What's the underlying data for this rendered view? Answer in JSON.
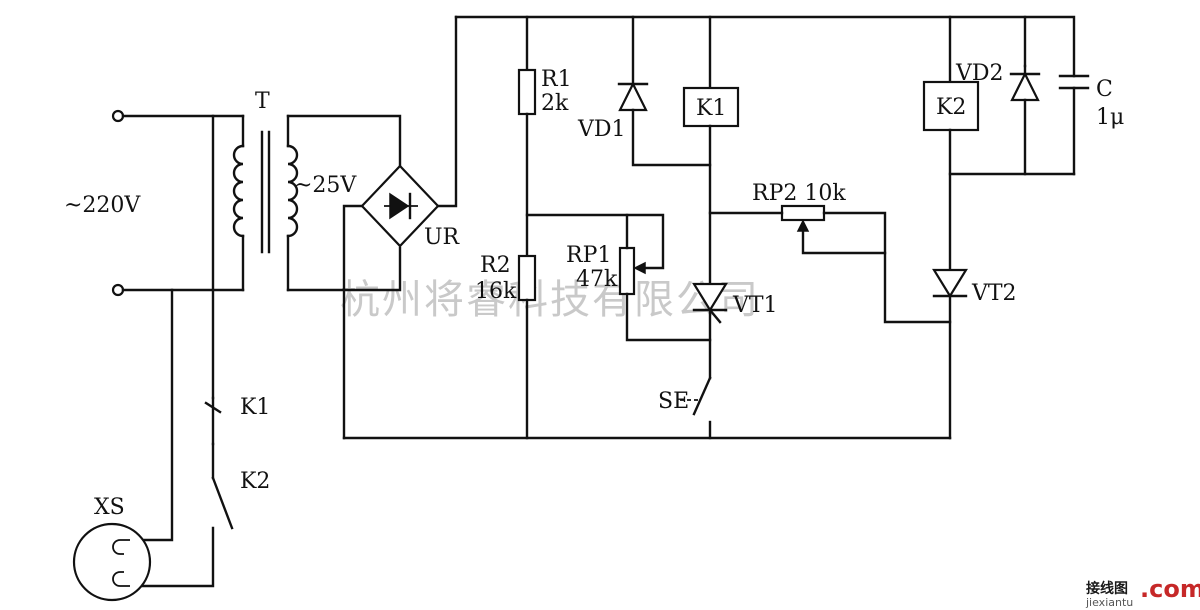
{
  "watermark": "杭州将睿科技有限公司",
  "labels": {
    "mains": "~220V",
    "transformer": "T",
    "secondary": "~25V",
    "bridge": "UR",
    "r1_name": "R1",
    "r1_value": "2k",
    "r2_name": "R2",
    "r2_value": "16k",
    "rp1_name": "RP1",
    "rp1_value": "47k",
    "rp2": "RP2 10k",
    "vd1": "VD1",
    "vd2": "VD2",
    "k1_relay": "K1",
    "k2_relay": "K2",
    "cap_name": "C",
    "cap_value": "1μ",
    "vt1": "VT1",
    "vt2": "VT2",
    "switch": "SE",
    "k1_contact": "K1",
    "k2_contact": "K2",
    "socket": "XS"
  },
  "logo": {
    "site_cn": "接线图",
    "site_en": ".com",
    "url": "jiexiantu"
  }
}
